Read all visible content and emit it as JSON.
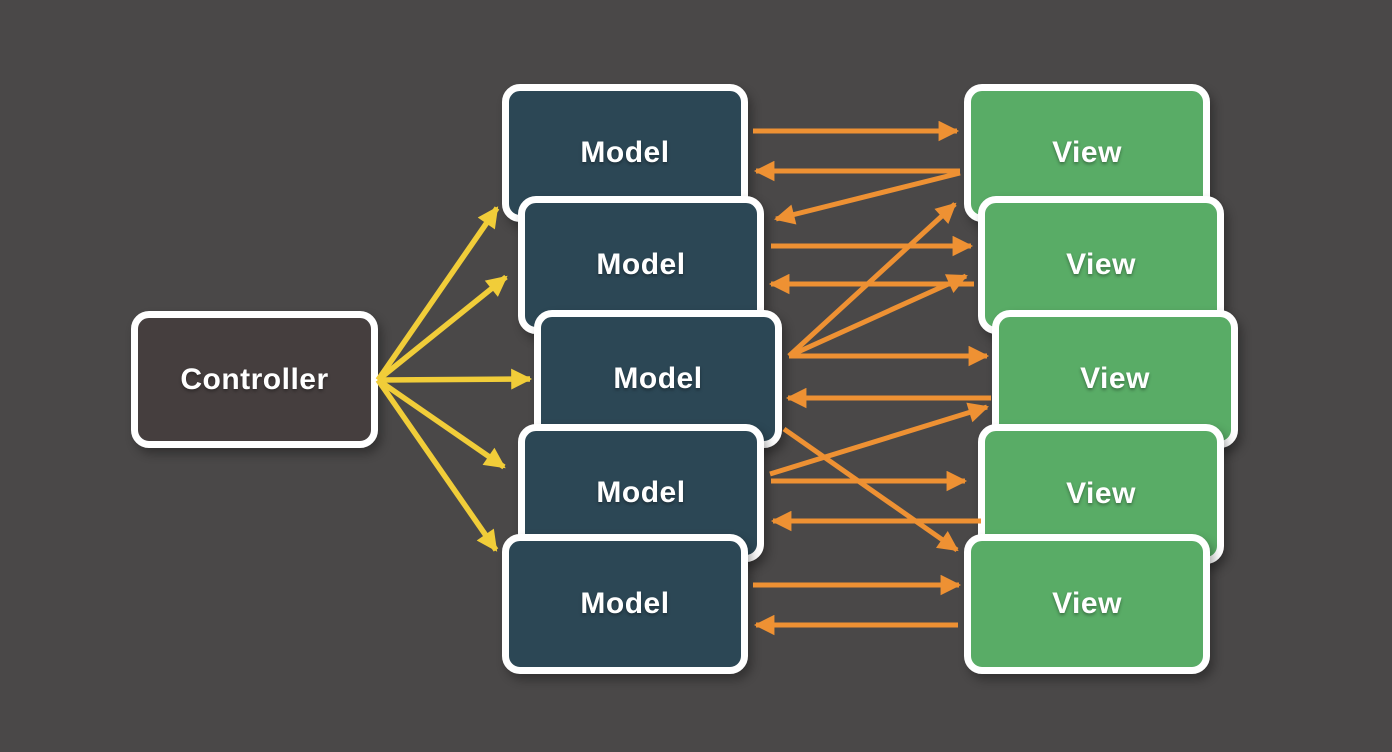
{
  "nodes": {
    "controller": {
      "label": "Controller"
    },
    "models": [
      {
        "label": "Model"
      },
      {
        "label": "Model"
      },
      {
        "label": "Model"
      },
      {
        "label": "Model"
      },
      {
        "label": "Model"
      }
    ],
    "views": [
      {
        "label": "View"
      },
      {
        "label": "View"
      },
      {
        "label": "View"
      },
      {
        "label": "View"
      },
      {
        "label": "View"
      }
    ]
  },
  "edges": {
    "controller_to_models": [
      {
        "from": "controller",
        "to": "model-1"
      },
      {
        "from": "controller",
        "to": "model-2"
      },
      {
        "from": "controller",
        "to": "model-3"
      },
      {
        "from": "controller",
        "to": "model-4"
      },
      {
        "from": "controller",
        "to": "model-5"
      }
    ],
    "model_view_links": [
      {
        "from": "model-1",
        "to": "view-1"
      },
      {
        "from": "view-1",
        "to": "model-1"
      },
      {
        "from": "view-1",
        "to": "model-2"
      },
      {
        "from": "model-2",
        "to": "view-2"
      },
      {
        "from": "view-2",
        "to": "model-2"
      },
      {
        "from": "model-3",
        "to": "view-1"
      },
      {
        "from": "model-3",
        "to": "view-2"
      },
      {
        "from": "model-3",
        "to": "view-3"
      },
      {
        "from": "view-3",
        "to": "model-3"
      },
      {
        "from": "model-4",
        "to": "view-3"
      },
      {
        "from": "model-3",
        "to": "view-5"
      },
      {
        "from": "model-4",
        "to": "view-4"
      },
      {
        "from": "view-4",
        "to": "model-4"
      },
      {
        "from": "model-5",
        "to": "view-5"
      },
      {
        "from": "view-5",
        "to": "model-5"
      }
    ]
  },
  "colors": {
    "background": "#4a4848",
    "controller_fill": "#453e3e",
    "model_fill": "#2c4755",
    "view_fill": "#59ac66",
    "box_border": "#ffffff",
    "label_text": "#ffffff",
    "controller_arrows": "#f1cd39",
    "model_view_arrows": "#ee9133"
  }
}
